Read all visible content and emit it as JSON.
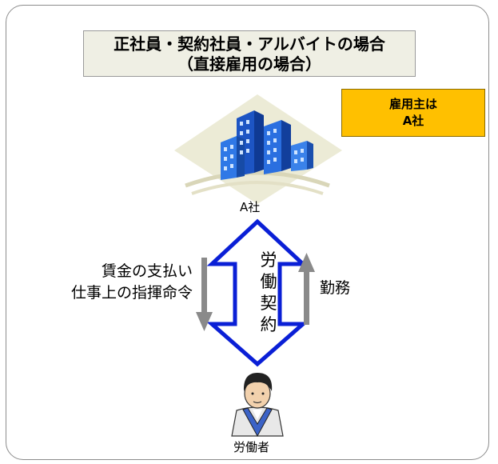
{
  "title": {
    "line1": "正社員・契約社員・アルバイトの場合",
    "line2": "（直接雇用の場合）"
  },
  "employer_box": {
    "line1": "雇用主は",
    "line2": "A社"
  },
  "company": {
    "label": "A社"
  },
  "left_arrow_text": {
    "line1": "賃金の支払い",
    "line2": "仕事上の指揮命令"
  },
  "right_arrow_text": "勤務",
  "contract_chars": [
    "労",
    "働",
    "契",
    "約"
  ],
  "worker": {
    "label": "労働者"
  },
  "colors": {
    "title_bg": "#efefe4",
    "employer_bg": "#ffc000",
    "double_arrow": "#0a1fd6",
    "gray_arrow": "#8a8a8a",
    "building": "#2a6fe0"
  },
  "icons": {
    "company": "office-building-icon",
    "worker": "worker-person-icon"
  }
}
